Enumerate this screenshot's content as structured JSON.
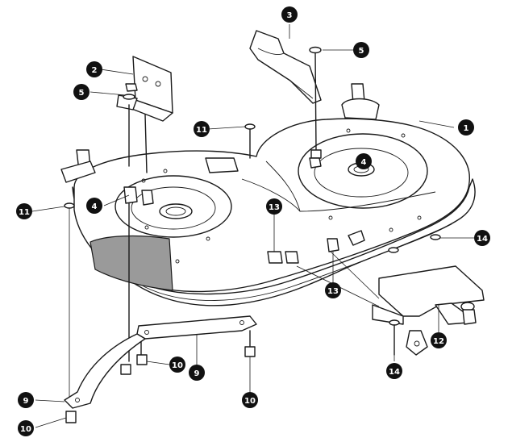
{
  "colors": {
    "line": "#1a1a1a",
    "callout_fill": "#111111",
    "callout_text": "#ffffff",
    "shade": "#9a9a9a"
  },
  "callouts": [
    {
      "id": "c1",
      "label": "1"
    },
    {
      "id": "c2",
      "label": "2"
    },
    {
      "id": "c3",
      "label": "3"
    },
    {
      "id": "c4a",
      "label": "4"
    },
    {
      "id": "c4b",
      "label": "4"
    },
    {
      "id": "c5a",
      "label": "5"
    },
    {
      "id": "c5b",
      "label": "5"
    },
    {
      "id": "c9a",
      "label": "9"
    },
    {
      "id": "c9b",
      "label": "9"
    },
    {
      "id": "c10a",
      "label": "10"
    },
    {
      "id": "c10b",
      "label": "10"
    },
    {
      "id": "c10c",
      "label": "10"
    },
    {
      "id": "c11a",
      "label": "11"
    },
    {
      "id": "c11b",
      "label": "11"
    },
    {
      "id": "c12",
      "label": "12"
    },
    {
      "id": "c13a",
      "label": "13"
    },
    {
      "id": "c13b",
      "label": "13"
    },
    {
      "id": "c14a",
      "label": "14"
    },
    {
      "id": "c14b",
      "label": "14"
    }
  ]
}
